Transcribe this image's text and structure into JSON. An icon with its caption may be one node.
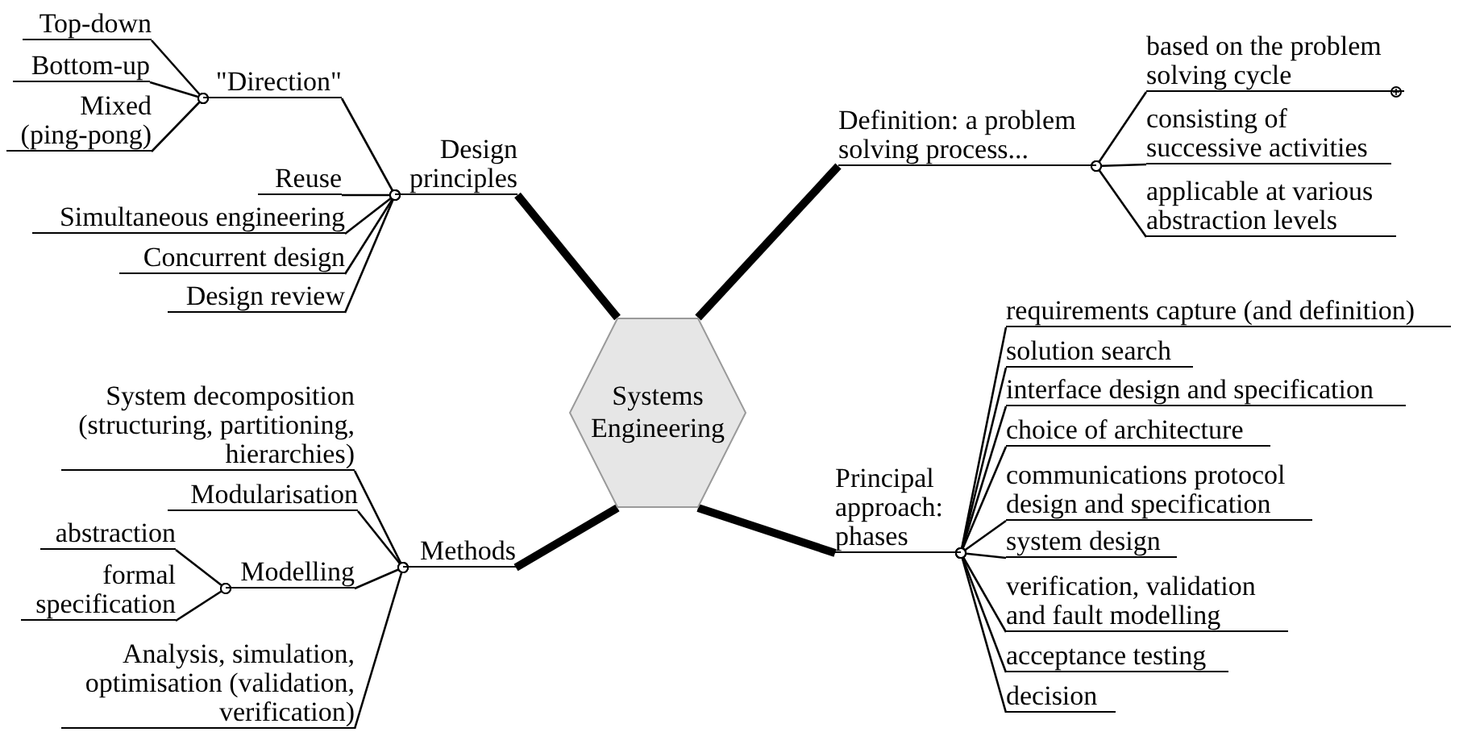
{
  "diagram": {
    "nodes": [
      {
        "text": [
          "Systems Engineering"
        ]
      },
      {
        "text": [
          "Design principles"
        ]
      },
      {
        "text": [
          "\"Direction\""
        ]
      },
      {
        "text": [
          "Top-down"
        ]
      },
      {
        "text": [
          "Bottom-up"
        ]
      },
      {
        "text": [
          "Mixed (ping-pong)"
        ]
      },
      {
        "text": [
          "Reuse"
        ]
      },
      {
        "text": [
          "Simultaneous engineering"
        ]
      },
      {
        "text": [
          "Concurrent design"
        ]
      },
      {
        "text": [
          "Design review"
        ]
      },
      {
        "text": [
          "Definition: a problem solving process..."
        ]
      },
      {
        "text": [
          "based on the problem solving cycle"
        ]
      },
      {
        "text": [
          "consisting of successive activities"
        ]
      },
      {
        "text": [
          "applicable at various abstraction levels"
        ]
      },
      {
        "text": [
          "Methods"
        ]
      },
      {
        "text": [
          "System decomposition (structuring, partitioning, hierarchies)"
        ]
      },
      {
        "text": [
          "Modularisation"
        ]
      },
      {
        "text": [
          "Modelling"
        ]
      },
      {
        "text": [
          "abstraction"
        ]
      },
      {
        "text": [
          "formal specification"
        ]
      },
      {
        "text": [
          "Analysis, simulation, optimisation (validation, verification)"
        ]
      },
      {
        "text": [
          "Principal approach: phases"
        ]
      },
      {
        "text": [
          "requirements capture (and definition)"
        ]
      },
      {
        "text": [
          "solution search"
        ]
      },
      {
        "text": [
          "interface design and specification"
        ]
      },
      {
        "text": [
          "choice of architecture"
        ]
      },
      {
        "text": [
          "communications protocol design and specification"
        ]
      },
      {
        "text": [
          "system design"
        ]
      },
      {
        "text": [
          "verification, validation and fault modelling"
        ]
      },
      {
        "text": [
          "acceptance testing"
        ]
      },
      {
        "text": [
          "decision"
        ]
      }
    ],
    "edges": [
      {
        "from": 0,
        "to": 1,
        "arrow": "none",
        "style": "thick"
      },
      {
        "from": 1,
        "to": 2,
        "arrow": "other"
      },
      {
        "from": 2,
        "to": 3,
        "arrow": "other"
      },
      {
        "from": 2,
        "to": 4,
        "arrow": "other"
      },
      {
        "from": 2,
        "to": 5,
        "arrow": "other"
      },
      {
        "from": 1,
        "to": 6,
        "arrow": "other"
      },
      {
        "from": 1,
        "to": 7,
        "arrow": "other"
      },
      {
        "from": 1,
        "to": 8,
        "arrow": "other"
      },
      {
        "from": 1,
        "to": 9,
        "arrow": "other"
      },
      {
        "from": 0,
        "to": 10,
        "arrow": "none",
        "style": "thick"
      },
      {
        "from": 10,
        "to": 11,
        "arrow": "other"
      },
      {
        "from": 10,
        "to": 12,
        "arrow": "other"
      },
      {
        "from": 10,
        "to": 13,
        "arrow": "other"
      },
      {
        "from": 0,
        "to": 14,
        "arrow": "none",
        "style": "thick"
      },
      {
        "from": 14,
        "to": 15,
        "arrow": "other"
      },
      {
        "from": 14,
        "to": 16,
        "arrow": "other"
      },
      {
        "from": 14,
        "to": 17,
        "arrow": "other"
      },
      {
        "from": 17,
        "to": 18,
        "arrow": "other"
      },
      {
        "from": 17,
        "to": 19,
        "arrow": "other"
      },
      {
        "from": 14,
        "to": 20,
        "arrow": "other"
      },
      {
        "from": 0,
        "to": 21,
        "arrow": "none",
        "style": "thick"
      },
      {
        "from": 21,
        "to": 22,
        "arrow": "other"
      },
      {
        "from": 21,
        "to": 23,
        "arrow": "other"
      },
      {
        "from": 21,
        "to": 24,
        "arrow": "other"
      },
      {
        "from": 21,
        "to": 25,
        "arrow": "other"
      },
      {
        "from": 21,
        "to": 26,
        "arrow": "other"
      },
      {
        "from": 21,
        "to": 27,
        "arrow": "other"
      },
      {
        "from": 21,
        "to": 28,
        "arrow": "other"
      },
      {
        "from": 21,
        "to": 29,
        "arrow": "other"
      },
      {
        "from": 21,
        "to": 30,
        "arrow": "other"
      }
    ]
  }
}
